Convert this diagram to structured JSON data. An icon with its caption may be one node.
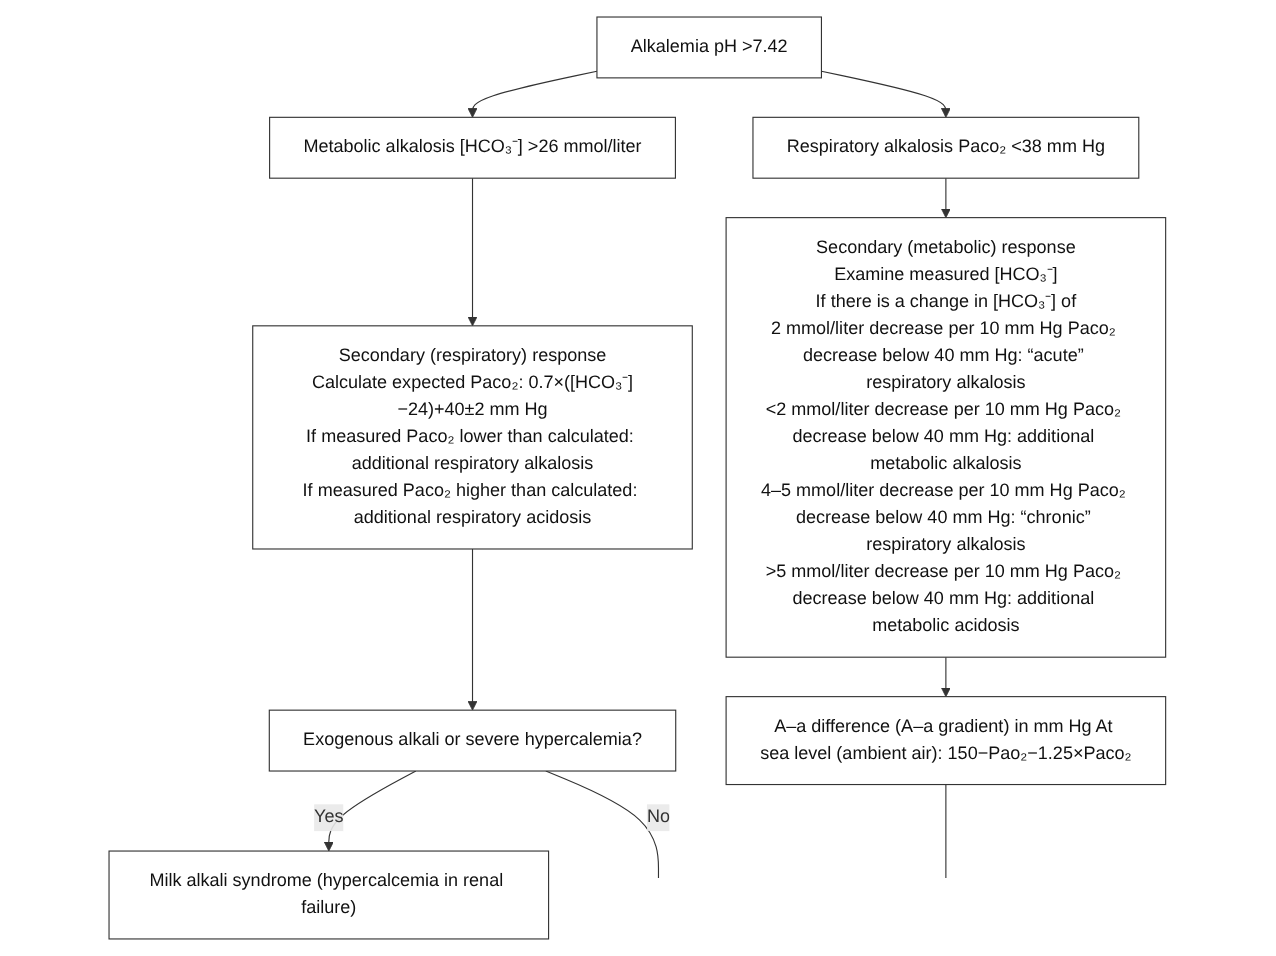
{
  "diagram": {
    "nodes": [
      {
        "text": [
          "Alkalemia pH >7.42"
        ]
      },
      {
        "text": [
          "Metabolic alkalosis [HCO₃⁻] >26 mmol/liter"
        ]
      },
      {
        "text": [
          "Respiratory alkalosis Paco₂ <38 mm Hg"
        ]
      },
      {
        "text": [
          "Secondary (respiratory) response",
          "Calculate expected Paco₂: 0.7×([HCO₃⁻]−24)+40±2 mm Hg",
          "If measured Paco₂ lower than calculated: additional respiratory alkalosis",
          "If measured Paco₂ higher than calculated: additional respiratory acidosis"
        ]
      },
      {
        "text": [
          "Secondary (metabolic) response",
          "Examine measured [HCO₃⁻]",
          "If there is a change in [HCO₃⁻] of",
          "2 mmol/liter decrease per 10 mm Hg Paco₂ decrease below 40 mm Hg: “acute” respiratory alkalosis",
          "<2 mmol/liter decrease per 10 mm Hg Paco₂ decrease below 40 mm Hg: additional metabolic alkalosis",
          "4–5 mmol/liter decrease per 10 mm Hg Paco₂ decrease below 40 mm Hg: “chronic” respiratory alkalosis",
          ">5 mmol/liter decrease per 10 mm Hg Paco₂ decrease below 40 mm Hg: additional metabolic acidosis"
        ]
      },
      {
        "text": [
          "Milk alkali syndrome (hypercalcemia in renal failure)"
        ]
      },
      {
        "text": [
          "Exogenous alkali or severe hypercalemia?"
        ]
      },
      {
        "text": [
          "A–a difference (A–a gradient) in mm Hg At sea level (ambient air): 150−Pao₂−1.25×Paco₂"
        ]
      }
    ],
    "edges": [
      {
        "from": 0,
        "to": 1,
        "arrow": "to"
      },
      {
        "from": 0,
        "to": 2,
        "arrow": "to"
      },
      {
        "from": 1,
        "to": 3,
        "arrow": "to"
      },
      {
        "from": 2,
        "to": 4,
        "arrow": "to"
      },
      {
        "from": 3,
        "to": 6,
        "arrow": "to"
      },
      {
        "from": 4,
        "to": 7,
        "arrow": "to"
      },
      {
        "from": 6,
        "to": 5,
        "arrow": "to",
        "label": "Yes"
      },
      {
        "from": 6,
        "to": null,
        "arrow": "none",
        "label": "No"
      },
      {
        "from": 7,
        "to": null,
        "arrow": "none"
      }
    ]
  }
}
